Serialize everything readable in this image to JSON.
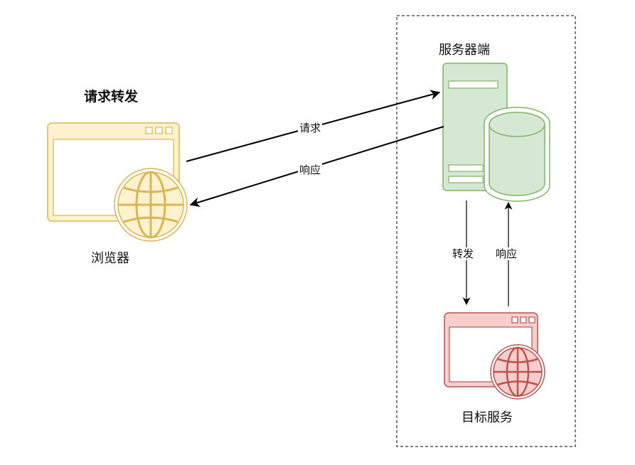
{
  "diagram": {
    "title": "请求转发",
    "nodes": {
      "browser": {
        "label": "浏览器",
        "color": "#fff2cc",
        "stroke": "#d6b656"
      },
      "server": {
        "label": "服务器端",
        "color": "#d5e8d4",
        "stroke": "#82b366"
      },
      "target": {
        "label": "目标服务",
        "color": "#f8cecc",
        "stroke": "#b85450"
      }
    },
    "edges": {
      "request": {
        "label": "请求"
      },
      "response": {
        "label": "响应"
      },
      "forward": {
        "label": "转发"
      },
      "target_response": {
        "label": "响应"
      }
    },
    "icons": {
      "browser": "browser-window-globe-icon",
      "server": "server-database-icon",
      "target": "browser-window-globe-icon"
    }
  }
}
